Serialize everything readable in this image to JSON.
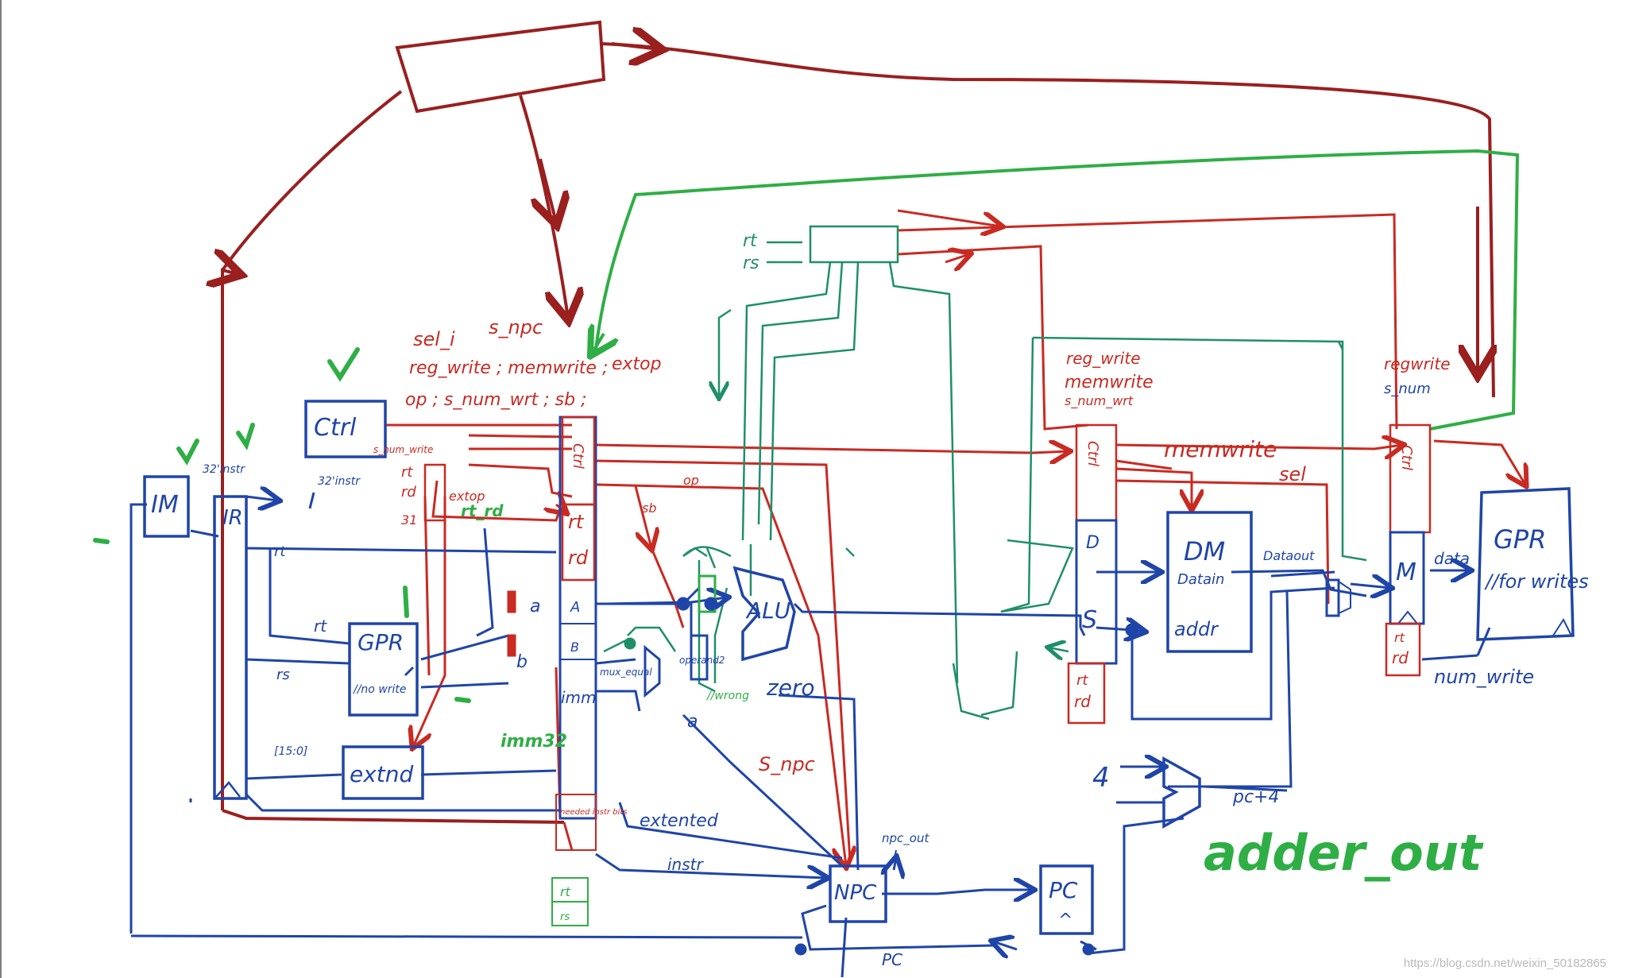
{
  "colors": {
    "blue": "#1f45a8",
    "red": "#c92a22",
    "darkred": "#9a1f1f",
    "green": "#2fae45",
    "teal": "#1f8f6a",
    "gray": "#bdbdbd"
  },
  "modules": {
    "im": "IM",
    "ir": "IR",
    "ctrl": "Ctrl",
    "grf_d": "GPR",
    "grf_d_note": "//no write",
    "ext": "extnd",
    "alu": "ALU",
    "dm": "DM",
    "dm_datain": "Datain",
    "dm_addr": "addr",
    "grf_w": "GPR",
    "grf_w_note": "//for writes",
    "npc": "NPC",
    "pc": "PC",
    "pc_sub": "^"
  },
  "labels": {
    "instr_a": "32'instr",
    "instr_b": "32'instr",
    "rt": "rt",
    "rs": "rs",
    "rt_d": "rt",
    "rd_d": "rd",
    "idx": "[15:0]",
    "ctrl_out1": "sel_i",
    "ctrl_out1b": "s_npc",
    "ctrl_out2": "reg_write ; memwrite ;",
    "ctrl_out2b": "extop",
    "ctrl_out3": "op ; s_num_wrt ; sb ;",
    "e_sel": "s_num_write",
    "e_rt": "rt",
    "e_rd": "rd",
    "e_31": "31",
    "extop": "extop",
    "rt_rd": "rt_rd",
    "p_ctrl": "Ctrl",
    "p_rt": "rt",
    "p_rd": "rd",
    "p_A": "A",
    "p_B": "B",
    "p_imm": "imm",
    "p_note": "needed instr bits",
    "p_rt2": "rt",
    "p_rs2": "rs",
    "a_lbl": "a",
    "b_lbl": "b",
    "op": "op",
    "sb": "sb",
    "mux_equal": "mux_equal",
    "operand2": "operand2",
    "wrong": "//wrong",
    "zero": "zero",
    "a2": "a",
    "imm32": "imm32",
    "s_npc": "S_npc",
    "extented": "extented",
    "instr": "instr",
    "npc_out": "npc_out",
    "m_regwrite": "reg_write",
    "m_memwrite": "memwrite",
    "m_snum": "s_num_wrt",
    "mp_ctrl": "Ctrl",
    "mp_D": "D",
    "mp_S": "S",
    "mp_rt": "rt",
    "mp_rd": "rd",
    "memwrite": "memwrite",
    "sel": "sel",
    "dataout": "Dataout",
    "w_regwrite": "regwrite",
    "w_snum": "s_num",
    "wp_ctrl": "Ctrl",
    "wp_M": "M",
    "wp_rt": "rt",
    "wp_rd": "rd",
    "data": "data",
    "num_write": "num_write",
    "four": "4",
    "pc4": "pc+4",
    "adder_out": "adder_out",
    "pc_bot": "PC",
    "rt_top": "rt",
    "rs_top": "rs"
  },
  "watermark": "https://blog.csdn.net/weixin_50182865"
}
